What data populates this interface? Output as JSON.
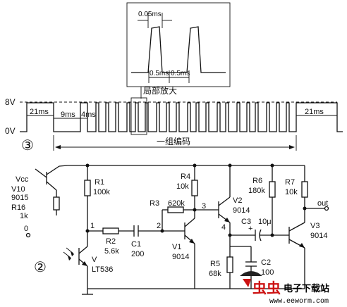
{
  "waveform": {
    "zoom_label": "局部放大",
    "zoom_pulse_width": "0.05ms",
    "zoom_spacing_1": "0.5ms",
    "zoom_spacing_2": "0.5ms",
    "level_high": "8V",
    "level_low": "0V",
    "seg_start": "21ms",
    "seg_gap": "9ms",
    "seg_pulse": "4ms",
    "seg_end": "21ms",
    "code_group": "一组编码",
    "figure_number": "③"
  },
  "circuit": {
    "figure_number": "②",
    "vcc": "Vcc",
    "ground_terminal": "0",
    "output": "out",
    "v10_name": "V10",
    "v10_part": "9015",
    "r16_name": "R16",
    "r16_value": "1k",
    "r1_name": "R1",
    "r1_value": "100k",
    "r2_name": "R2",
    "r2_value": "5.6k",
    "c1_name": "C1",
    "c1_value": "200",
    "r3_name": "R3",
    "r3_value": "620k",
    "r4_name": "R4",
    "r4_value": "10k",
    "v1_name": "V1",
    "v1_part": "9014",
    "v2_name": "V2",
    "v2_part": "9014",
    "c3_name": "C3",
    "c3_value": "10μ",
    "r5_name": "R5",
    "r5_value": "68k",
    "c2_name": "C2",
    "c2_value": "100",
    "r6_name": "R6",
    "r6_value": "180k",
    "r7_name": "R7",
    "r7_value": "10k",
    "v3_name": "V3",
    "v3_part": "9014",
    "photo_name": "V",
    "photo_part": "LT536",
    "node1": "1",
    "node2": "2",
    "node3": "3",
    "node4": "4"
  },
  "watermark": {
    "logo_chars": "虫虫",
    "site_name": "电子下载站",
    "url": "www.eeworm.com"
  }
}
